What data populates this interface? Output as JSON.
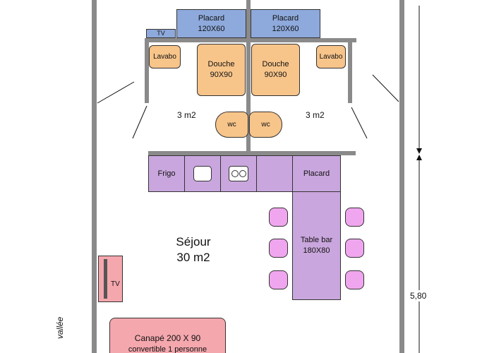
{
  "storage": {
    "left": {
      "name": "Placard",
      "size": "120X60"
    },
    "right": {
      "name": "Placard",
      "size": "120X60"
    },
    "tv_top": "TV"
  },
  "bathroom": {
    "left_sink": "Lavabo",
    "right_sink": "Lavabo",
    "left_shower": {
      "name": "Douche",
      "size": "90X90"
    },
    "right_shower": {
      "name": "Douche",
      "size": "90X90"
    },
    "left_wc": "wc",
    "right_wc": "wc",
    "left_area": "3 m2",
    "right_area": "3 m2"
  },
  "kitchen": {
    "fridge": "Frigo",
    "cupboard": "Placard"
  },
  "bar": {
    "name": "Table bar",
    "size": "180X80"
  },
  "living": {
    "name": "Séjour",
    "area": "30 m2",
    "tv": "TV"
  },
  "sofa": {
    "line1": "Canapé 200 X 90",
    "line2": "convertible 1 personne"
  },
  "dimension": "5,80",
  "side_text": "vallée"
}
